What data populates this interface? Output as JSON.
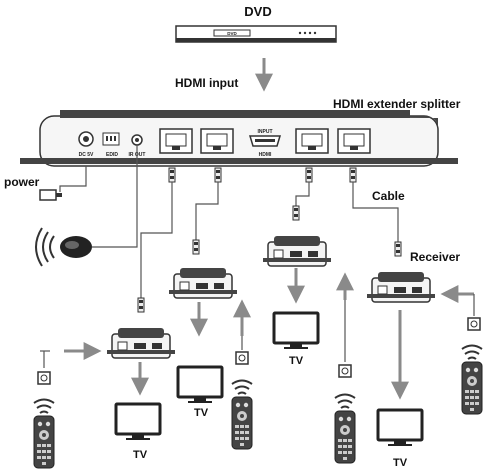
{
  "labels": {
    "dvd": "DVD",
    "dvd_screen": "DVD",
    "hdmi_input": "HDMI input",
    "extender_splitter": "HDMI extender splitter",
    "power": "power",
    "cable": "Cable",
    "receiver": "Receiver",
    "tv": "TV"
  },
  "ports": {
    "dc": "DC 5V",
    "edid": "EDID",
    "ir_out": "IR OUT",
    "hdmi_in_top": "INPUT",
    "hdmi_in_bottom": "HDMI"
  },
  "colors": {
    "device": "#4a4a4a",
    "device_light": "#f2f2f2",
    "cable": "#555555",
    "arrow": "#888888"
  }
}
